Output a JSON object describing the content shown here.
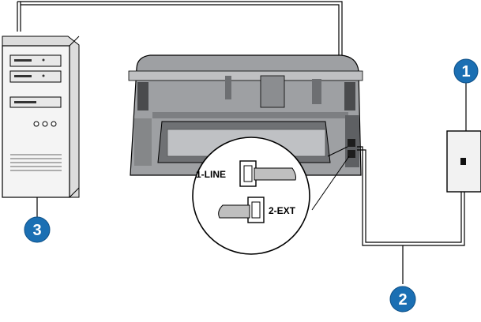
{
  "callouts": [
    {
      "number": "1"
    },
    {
      "number": "2"
    },
    {
      "number": "3"
    }
  ],
  "ports": {
    "line_label": "1-LINE",
    "ext_label": "2-EXT"
  },
  "colors": {
    "callout_fill": "#1b6fb3",
    "callout_text": "#ffffff",
    "line": "#000000",
    "device_fill": "#f2f2f2",
    "printer_body": "#9ea0a3",
    "printer_dark": "#4a4b4d",
    "cable_fill": "#ffffff"
  },
  "icons": {
    "computer": "computer-tower-icon",
    "printer": "printer-fax-icon",
    "wall_jack": "telephone-wall-jack-icon"
  }
}
